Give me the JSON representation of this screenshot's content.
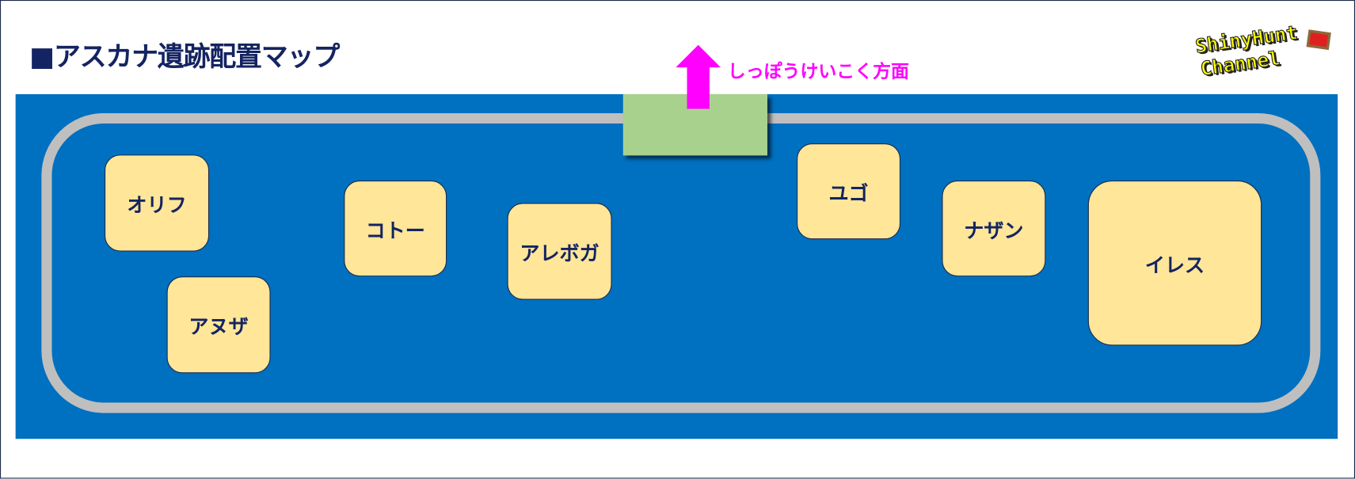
{
  "title": "■アスカナ遺跡配置マップ",
  "direction_label": "しっぽうけいこく方面",
  "logo": {
    "line1": "ShinyHunt",
    "line2": "Channel"
  },
  "ruins": [
    {
      "name": "オリフ"
    },
    {
      "name": "アヌザ"
    },
    {
      "name": "コトー"
    },
    {
      "name": "アレボガ"
    },
    {
      "name": "ユゴ"
    },
    {
      "name": "ナザン"
    },
    {
      "name": "イレス"
    }
  ],
  "colors": {
    "sea": "#0070c0",
    "ruin": "#ffe699",
    "entrance": "#a9d18e",
    "arrow": "#ff00ff",
    "title": "#142462"
  }
}
